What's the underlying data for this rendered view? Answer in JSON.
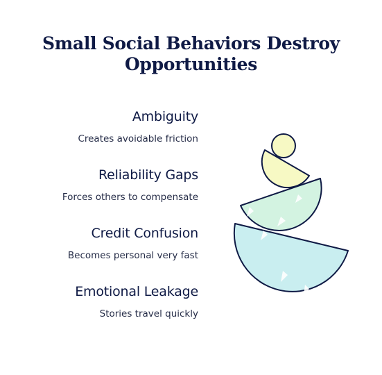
{
  "title": "Small Social Behaviors Destroy Opportunities",
  "items": [
    {
      "heading": "Ambiguity",
      "description": "Creates avoidable friction"
    },
    {
      "heading": "Reliability Gaps",
      "description": "Forces others to compensate"
    },
    {
      "heading": "Credit Confusion",
      "description": "Becomes personal very fast"
    },
    {
      "heading": "Emotional Leakage",
      "description": "Stories travel quickly"
    }
  ],
  "colors": {
    "heading": "#0f1a45",
    "description": "#262d48",
    "outline": "#0f1a45",
    "yellow": "#f7f9c4",
    "mint": "#d3f3e1",
    "aqua": "#c9eef0"
  },
  "illustration": {
    "shapes": [
      "circle",
      "yellow-half-disc",
      "mint-half-disc",
      "aqua-half-disc"
    ]
  }
}
